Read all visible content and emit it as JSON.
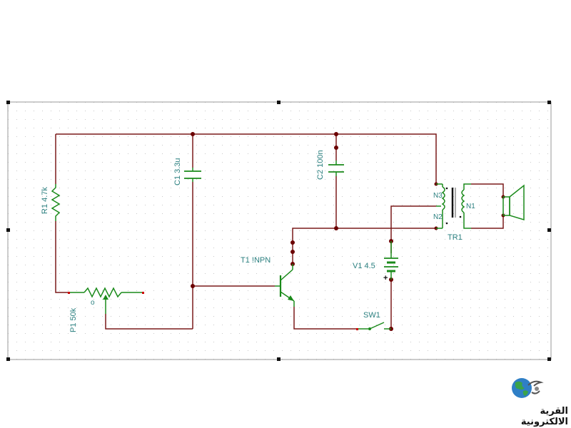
{
  "components": {
    "r1": {
      "label": "R1 4.7k"
    },
    "c1": {
      "label": "C1 3.3u"
    },
    "c2": {
      "label": "C2 100n"
    },
    "p1": {
      "label": "P1 50k",
      "wiper": "o"
    },
    "t1": {
      "label": "T1 !NPN"
    },
    "v1": {
      "label": "V1 4.5",
      "plus": "+"
    },
    "sw1": {
      "label": "SW1"
    },
    "tr1": {
      "label": "TR1",
      "n1": "N1",
      "n2": "N2",
      "n3": "N3"
    }
  },
  "logo": {
    "text": "القرية الالكترونية"
  },
  "colors": {
    "wire": "#7a1a1a",
    "component": "#1a8a1a",
    "label": "#2a7f7f",
    "pin": "#cc0000",
    "node": "#6b0000"
  }
}
